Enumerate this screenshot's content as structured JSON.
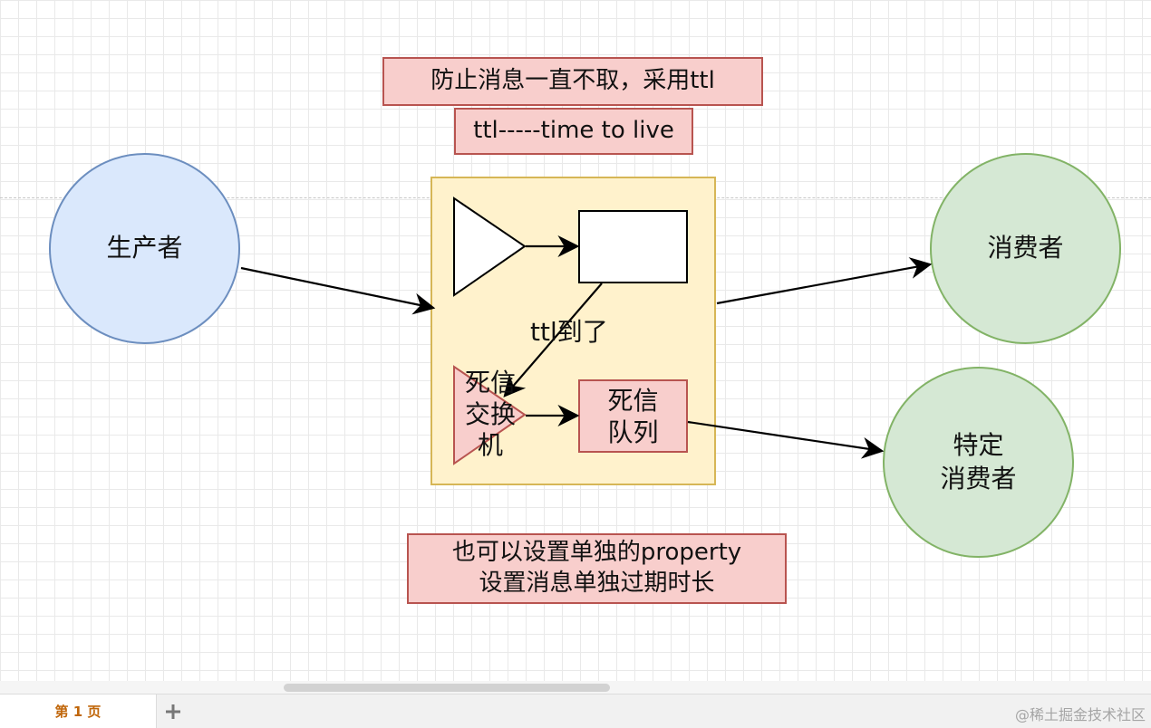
{
  "diagram": {
    "notes": {
      "ttl_reason": "防止消息一直不取，采用ttl",
      "ttl_definition": "ttl-----time to live",
      "per_message": [
        "也可以设置单独的property",
        "设置消息单独过期时长"
      ]
    },
    "nodes": {
      "producer": "生产者",
      "consumer": "消费者",
      "special_consumer": [
        "特定",
        "消费者"
      ],
      "dead_letter_exchange": [
        "死信",
        "交换",
        "机"
      ],
      "dead_letter_queue": [
        "死信",
        "队列"
      ]
    },
    "edge_labels": {
      "ttl_expired": "ttl到了"
    },
    "colors": {
      "note_fill": "#f8cecc",
      "note_stroke": "#b85450",
      "producer_fill": "#dae8fc",
      "producer_stroke": "#6c8ebf",
      "consumer_fill": "#d5e8d4",
      "consumer_stroke": "#82b366",
      "container_fill": "#fff2cc",
      "container_stroke": "#d6b656"
    }
  },
  "footer": {
    "page_tab": "第 1 页",
    "add_page_icon": "plus-icon",
    "watermark": "@稀土掘金技术社区"
  }
}
